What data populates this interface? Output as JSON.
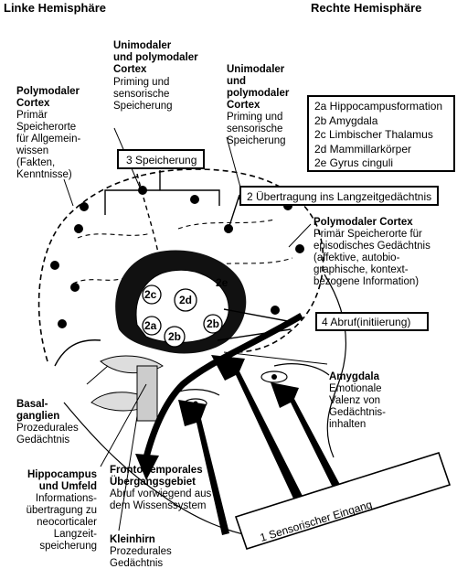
{
  "headers": {
    "left": "Linke Hemisphäre",
    "right": "Rechte Hemisphäre"
  },
  "labels": {
    "poly_left_title": "Polymodaler\nCortex",
    "poly_left_body": "Primär\nSpeicherorte\nfür Allgemein-\nwissen\n(Fakten,\nKenntnisse)",
    "uni_center_title": "Unimodaler\nund polymodaler\nCortex",
    "uni_center_body": "Priming und\nsensorische\nSpeicherung",
    "uni_right_title": "Unimodaler\nund\npolymodaler\nCortex",
    "uni_right_body": "Priming und\nsensorische\nSpeicherung",
    "poly_right_title": "Polymodaler Cortex",
    "poly_right_body": "Primär Speicherorte für\nepisodisches Gedächtnis\n(affektive, autobio-\ngraphische, kontext-\nbezogene Information)",
    "basal_title": "Basal-\nganglien",
    "basal_body": "Prozedurales\nGedächtnis",
    "hippo_title": "Hippocampus\nund Umfeld",
    "hippo_body": "Informations-\nübertragung zu\nneocorticaler\nLangzeit-\nspeicherung",
    "amyg_title": "Amygdala",
    "amyg_body": "Emotionale\nValenz von\nGedächtnis-\ninhalten",
    "fronto_title": "Fronto-temporales\nÜbergangsgebiet",
    "fronto_body": "Abruf vorwiegend aus\ndem Wissenssystem",
    "klein_title": "Kleinhirn",
    "klein_body": "Prozedurales\nGedächtnis"
  },
  "boxes": {
    "speicherung": "3 Speicherung",
    "uebertragung": "2 Übertragung ins Langzeitgedächtnis",
    "abruf": "4 Abruf(initiierung)",
    "sensorisch": "1 Sensorischer Eingang",
    "legend": "2a Hippocampusformation\n2b Amygdala\n2c Limbischer Thalamus\n2d Mammillarkörper\n2e Gyrus cinguli"
  },
  "brain_marks": [
    "2c",
    "2d",
    "2e",
    "2a",
    "2b",
    "2b"
  ]
}
